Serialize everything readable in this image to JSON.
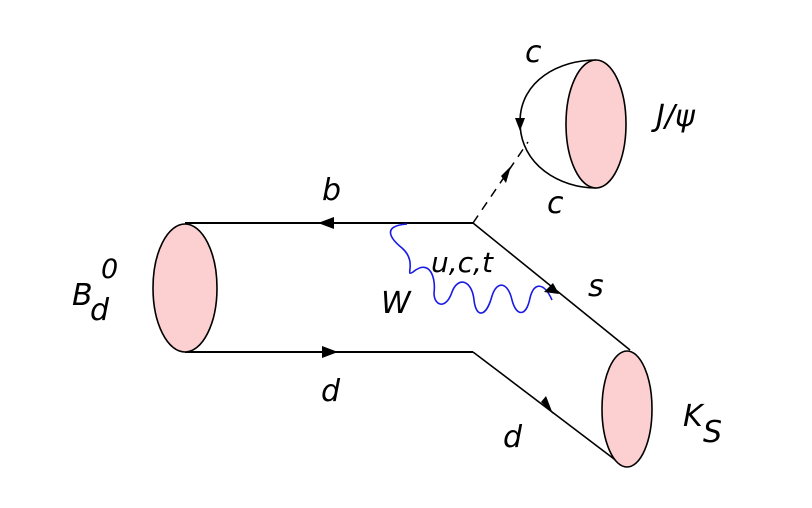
{
  "labels": {
    "b_quark": "b",
    "d_quark_lower": "d",
    "b_meson_base": "B",
    "b_meson_sub": "d",
    "b_meson_sup": "0",
    "internal_quarks": "u,c,t",
    "w_boson": "W",
    "s_quark": "s",
    "c_quark_top": "c",
    "c_quark_bottom": "c",
    "jpsi": "J/ψ",
    "d_quark_right": "d",
    "kshort_base": "K",
    "kshort_sub": "S"
  },
  "colors": {
    "line": "#000000",
    "hadron_fill": "#fccfd0",
    "w_boson": "#1a1ae6"
  }
}
